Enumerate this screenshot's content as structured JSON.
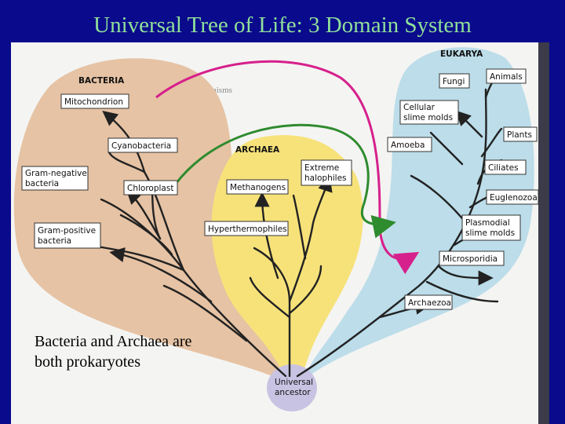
{
  "slide": {
    "title": "Universal Tree of Life: 3 Domain System",
    "caption_line1": "Bacteria and Archaea are",
    "caption_line2": "both prokaryotes"
  },
  "diagram": {
    "watermark": "Microorganisms",
    "domains": {
      "bacteria": "BACTERIA",
      "archaea": "ARCHAEA",
      "eukarya": "EUKARYA"
    },
    "root": {
      "line1": "Universal",
      "line2": "ancestor"
    },
    "bacteria_groups": {
      "mitochondrion": "Mitochondrion",
      "cyanobacteria": "Cyanobacteria",
      "gram_negative_1": "Gram-negative",
      "gram_negative_2": "bacteria",
      "chloroplast": "Chloroplast",
      "gram_positive_1": "Gram-positive",
      "gram_positive_2": "bacteria"
    },
    "archaea_groups": {
      "methanogens": "Methanogens",
      "extreme_halophiles_1": "Extreme",
      "extreme_halophiles_2": "halophiles",
      "hyperthermophiles": "Hyperthermophiles"
    },
    "eukarya_groups": {
      "fungi": "Fungi",
      "animals": "Animals",
      "cellular_slime_molds_1": "Cellular",
      "cellular_slime_molds_2": "slime molds",
      "amoeba": "Amoeba",
      "plants": "Plants",
      "ciliates": "Ciliates",
      "euglenozoa": "Euglenozoa",
      "plasmodial_slime_molds_1": "Plasmodial",
      "plasmodial_slime_molds_2": "slime molds",
      "microsporidia": "Microsporidia",
      "archaezoa": "Archaezoa"
    },
    "colors": {
      "bacteria_region": "#e6c3a4",
      "archaea_region": "#f7e27a",
      "eukarya_region": "#bcdde9",
      "root_region": "#c9c3e3",
      "mitochondrion_arrow": "#d6208c",
      "chloroplast_arrow": "#2e8b2e"
    }
  }
}
